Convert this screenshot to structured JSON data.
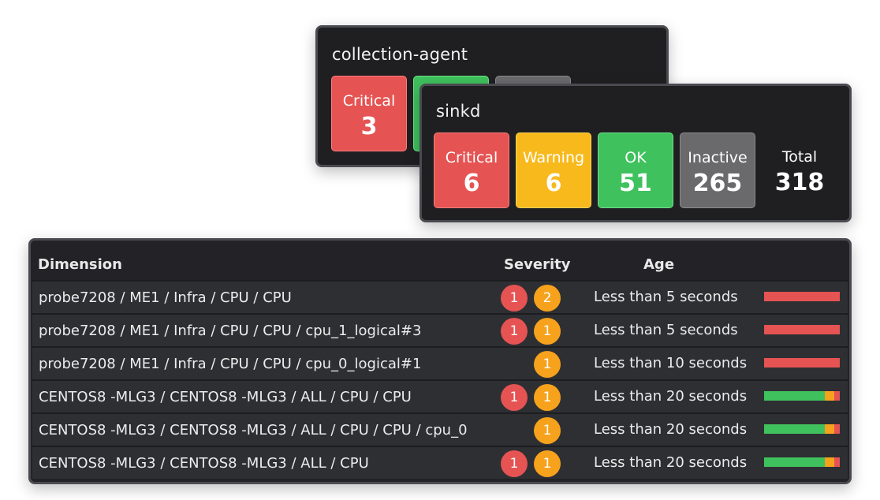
{
  "cards": [
    {
      "title": "collection-agent",
      "tiles": [
        {
          "label": "Critical",
          "value": "3"
        }
      ]
    },
    {
      "title": "sinkd",
      "tiles": [
        {
          "label": "Critical",
          "value": "6"
        },
        {
          "label": "Warning",
          "value": "6"
        },
        {
          "label": "OK",
          "value": "51"
        },
        {
          "label": "Inactive",
          "value": "265"
        },
        {
          "label": "Total",
          "value": "318"
        }
      ]
    }
  ],
  "table": {
    "headers": {
      "dimension": "Dimension",
      "severity": "Severity",
      "age": "Age"
    },
    "rows": [
      {
        "dimension": "probe7208 / ME1 / Infra / CPU / CPU",
        "critical": "1",
        "warning": "2",
        "age": "Less than 5 seconds",
        "age_bar": [
          {
            "color": "#e55353",
            "fraction": 1.0
          }
        ]
      },
      {
        "dimension": "probe7208 / ME1 / Infra / CPU / CPU / cpu_1_logical#3",
        "critical": "1",
        "warning": "1",
        "age": "Less than 5 seconds",
        "age_bar": [
          {
            "color": "#e55353",
            "fraction": 1.0
          }
        ]
      },
      {
        "dimension": "probe7208 / ME1 / Infra / CPU / CPU / cpu_0_logical#1",
        "critical": "",
        "warning": "1",
        "age": "Less than 10 seconds",
        "age_bar": [
          {
            "color": "#e55353",
            "fraction": 1.0
          }
        ]
      },
      {
        "dimension": "CENTOS8 -MLG3 / CENTOS8 -MLG3 /  ALL / CPU / CPU",
        "critical": "1",
        "warning": "1",
        "age": "Less than 20 seconds",
        "age_bar": [
          {
            "color": "#3fc15d",
            "fraction": 0.8
          },
          {
            "color": "#f7a21c",
            "fraction": 0.13
          },
          {
            "color": "#e55353",
            "fraction": 0.07
          }
        ]
      },
      {
        "dimension": "CENTOS8 -MLG3 / CENTOS8 -MLG3 /  ALL / CPU / CPU / cpu_0",
        "critical": "",
        "warning": "1",
        "age": "Less than 20 seconds",
        "age_bar": [
          {
            "color": "#3fc15d",
            "fraction": 0.8
          },
          {
            "color": "#f7a21c",
            "fraction": 0.13
          },
          {
            "color": "#e55353",
            "fraction": 0.07
          }
        ]
      },
      {
        "dimension": "CENTOS8 -MLG3 / CENTOS8 -MLG3 /  ALL / CPU",
        "critical": "1",
        "warning": "1",
        "age": "Less than 20 seconds",
        "age_bar": [
          {
            "color": "#3fc15d",
            "fraction": 0.8
          },
          {
            "color": "#f7a21c",
            "fraction": 0.13
          },
          {
            "color": "#e55353",
            "fraction": 0.07
          }
        ]
      }
    ]
  }
}
